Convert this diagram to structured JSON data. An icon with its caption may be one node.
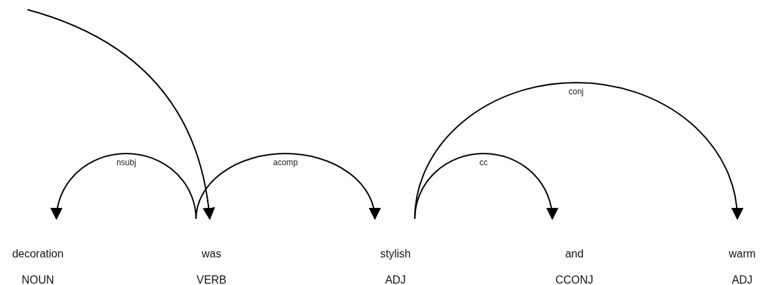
{
  "diagram": {
    "nodes": [
      {
        "text": [
          "decoration",
          "NOUN"
        ]
      },
      {
        "text": [
          "was",
          "VERB"
        ]
      },
      {
        "text": [
          "stylish",
          "ADJ"
        ]
      },
      {
        "text": [
          "and",
          "CCONJ"
        ]
      },
      {
        "text": [
          "warm",
          "ADJ"
        ]
      }
    ],
    "edges": [
      {
        "from": null,
        "to": 1,
        "arrow": "to"
      },
      {
        "from": 1,
        "to": 0,
        "label": "nsubj",
        "arrow": "to"
      },
      {
        "from": 1,
        "to": 2,
        "label": "acomp",
        "arrow": "to"
      },
      {
        "from": 2,
        "to": 3,
        "label": "cc",
        "arrow": "to"
      },
      {
        "from": 2,
        "to": 4,
        "label": "conj",
        "arrow": "to"
      }
    ]
  }
}
